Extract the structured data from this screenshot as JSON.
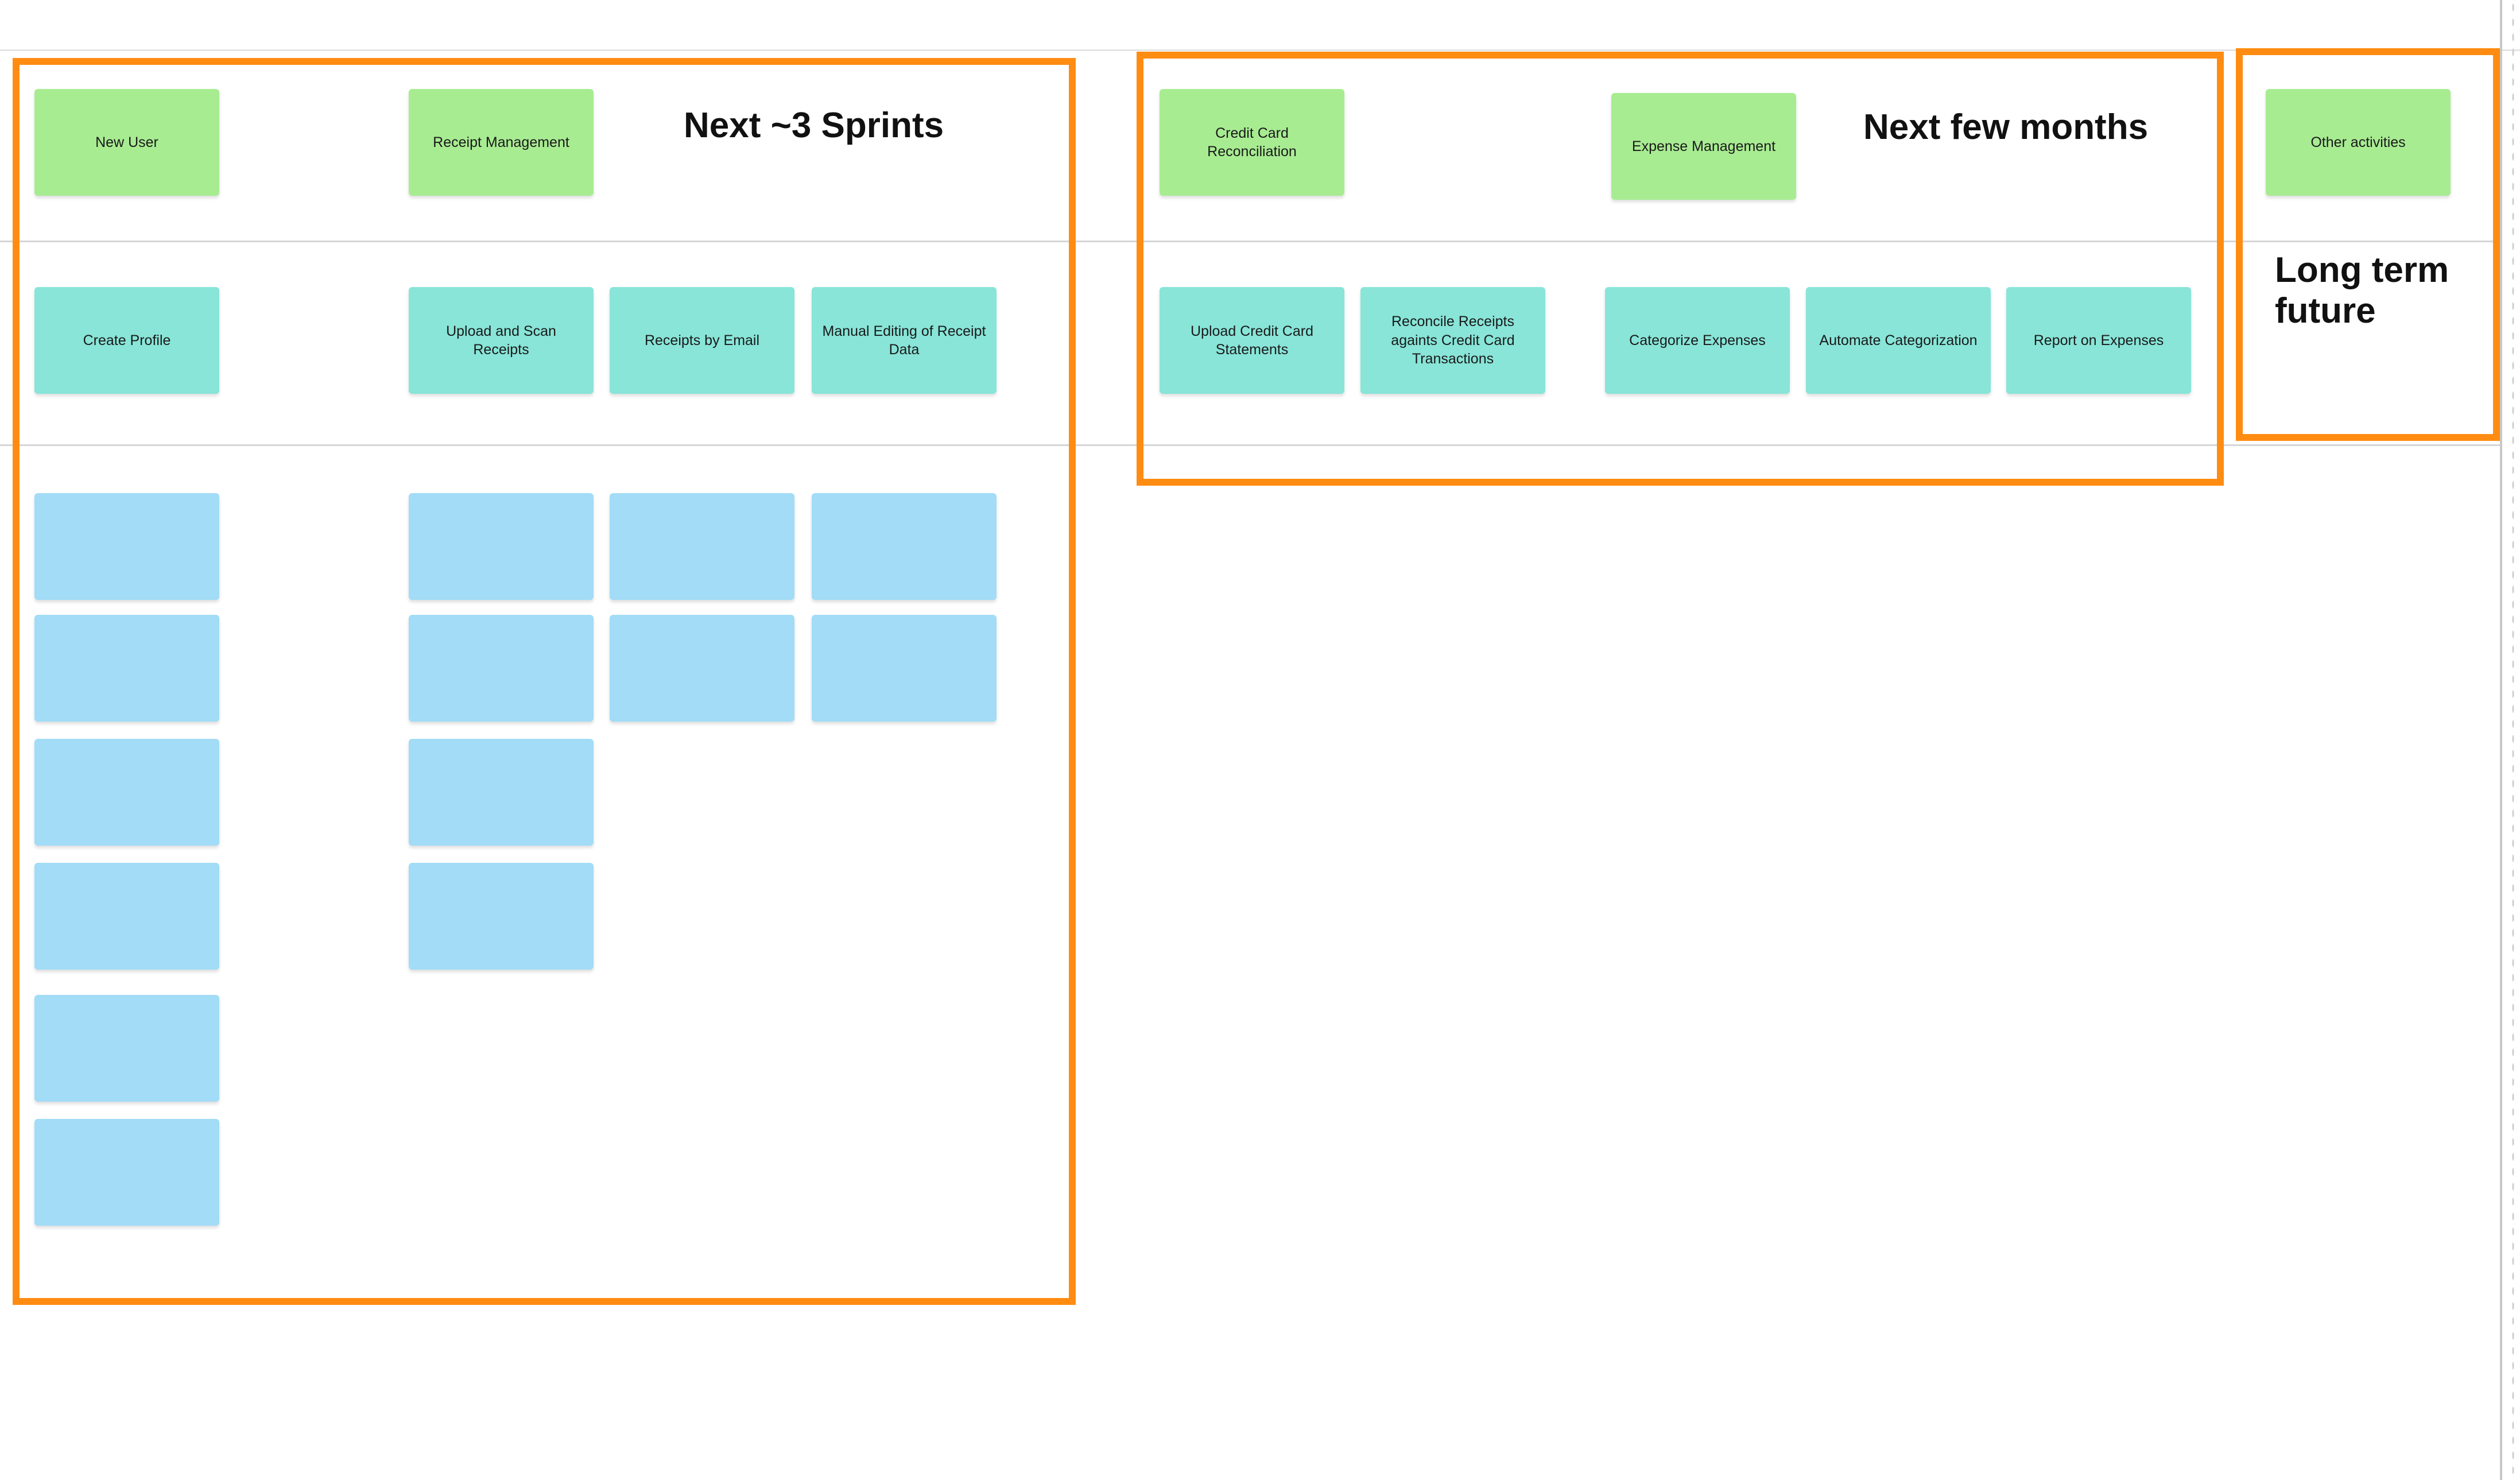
{
  "board": {
    "frames": [
      {
        "title": "Next ~3 Sprints"
      },
      {
        "title": "Next few months"
      },
      {
        "title_lines": [
          "Long term",
          "future"
        ]
      }
    ],
    "colors": {
      "frame_border": "#ff8c12",
      "activity_sticky": "#a8ec92",
      "task_sticky": "#88e5d8",
      "story_sticky": "#a2dcf7",
      "row_divider": "#d6d6d6"
    },
    "activities": [
      "New User",
      "Receipt Management",
      "Credit Card Reconciliation",
      "Expense Management",
      "Other activities"
    ],
    "tasks": [
      "Create Profile",
      "Upload and Scan Receipts",
      "Receipts by Email",
      "Manual Editing of Receipt Data",
      "Upload Credit Card Statements",
      "Reconcile Receipts againts Credit Card Transactions",
      "Categorize Expenses",
      "Automate Categorization",
      "Report on Expenses"
    ],
    "story_placeholders": {
      "create_profile_count": 6,
      "upload_and_scan_receipts_count": 4,
      "receipts_by_email_count": 2,
      "manual_editing_count": 2
    }
  }
}
